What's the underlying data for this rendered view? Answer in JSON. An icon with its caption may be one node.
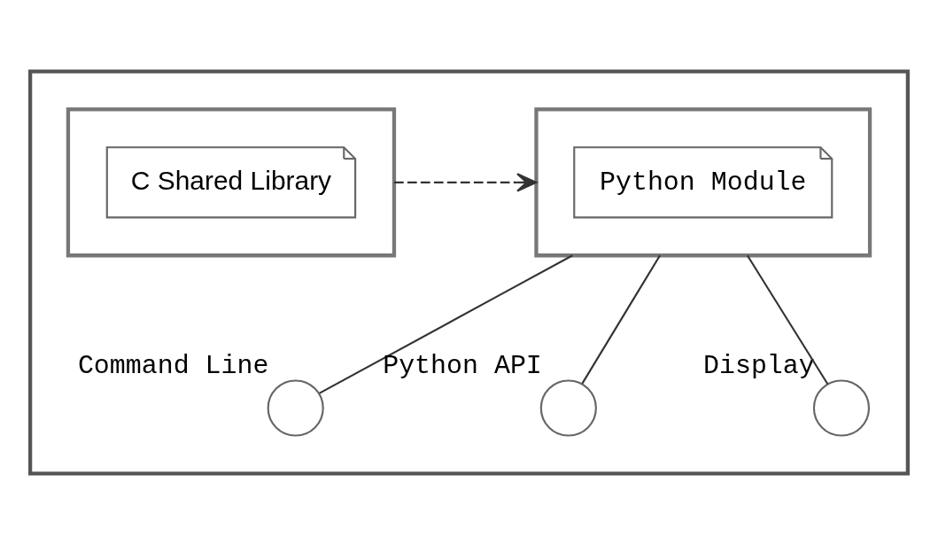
{
  "diagram": {
    "nodes": [
      {
        "text": [],
        "shape": "box"
      },
      {
        "text": [],
        "shape": "box",
        "in": 0
      },
      {
        "text": [
          "Python Module"
        ],
        "in": 1
      },
      {
        "text": [],
        "shape": "box",
        "in": 0
      },
      {
        "text": [
          "C Shared Library"
        ],
        "in": 3
      },
      {
        "text": [
          "Command Line"
        ],
        "in": 0
      },
      {
        "text": [
          "Python API"
        ],
        "in": 0
      },
      {
        "text": [
          "Display"
        ],
        "in": 0
      }
    ],
    "edges": [
      {
        "from": 3,
        "to": 1,
        "arrow": "to",
        "style": "dashed"
      },
      {
        "from": 1,
        "to": 5,
        "arrow": "none"
      },
      {
        "from": 1,
        "to": 6,
        "arrow": "none"
      },
      {
        "from": 1,
        "to": 7,
        "arrow": "none"
      }
    ]
  }
}
